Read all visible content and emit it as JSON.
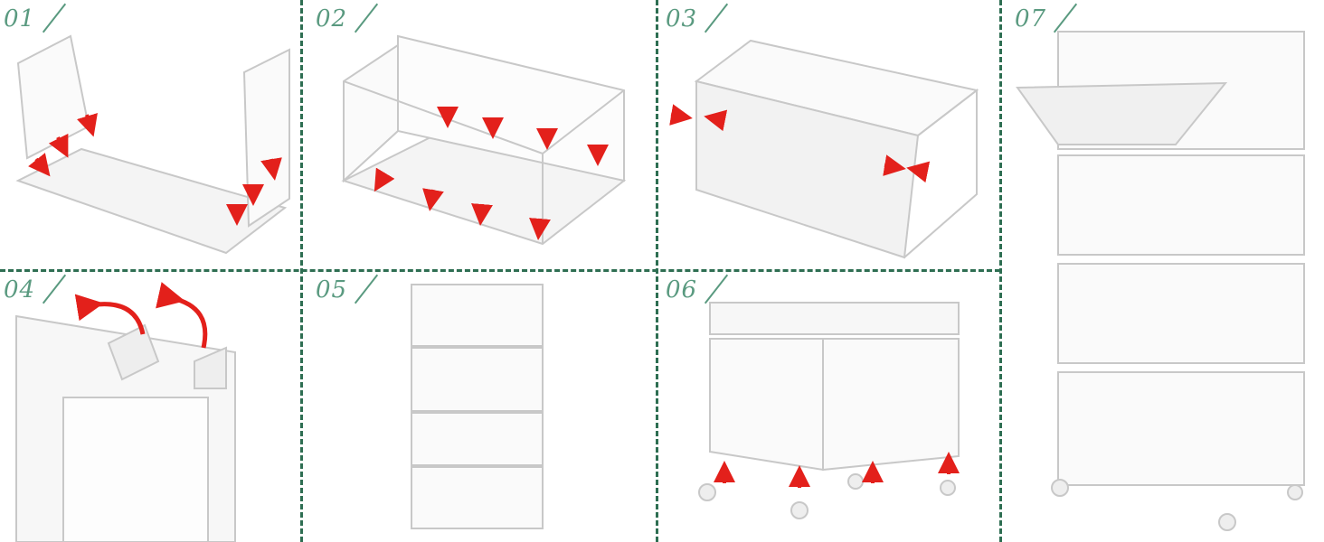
{
  "steps": [
    {
      "label": "01"
    },
    {
      "label": "02"
    },
    {
      "label": "03"
    },
    {
      "label": "04"
    },
    {
      "label": "05"
    },
    {
      "label": "06"
    },
    {
      "label": "07"
    }
  ],
  "colors": {
    "divider": "#2e6e52",
    "label": "#5a9a80",
    "arrow": "#e3201b",
    "frame": "#c8c8c8"
  }
}
